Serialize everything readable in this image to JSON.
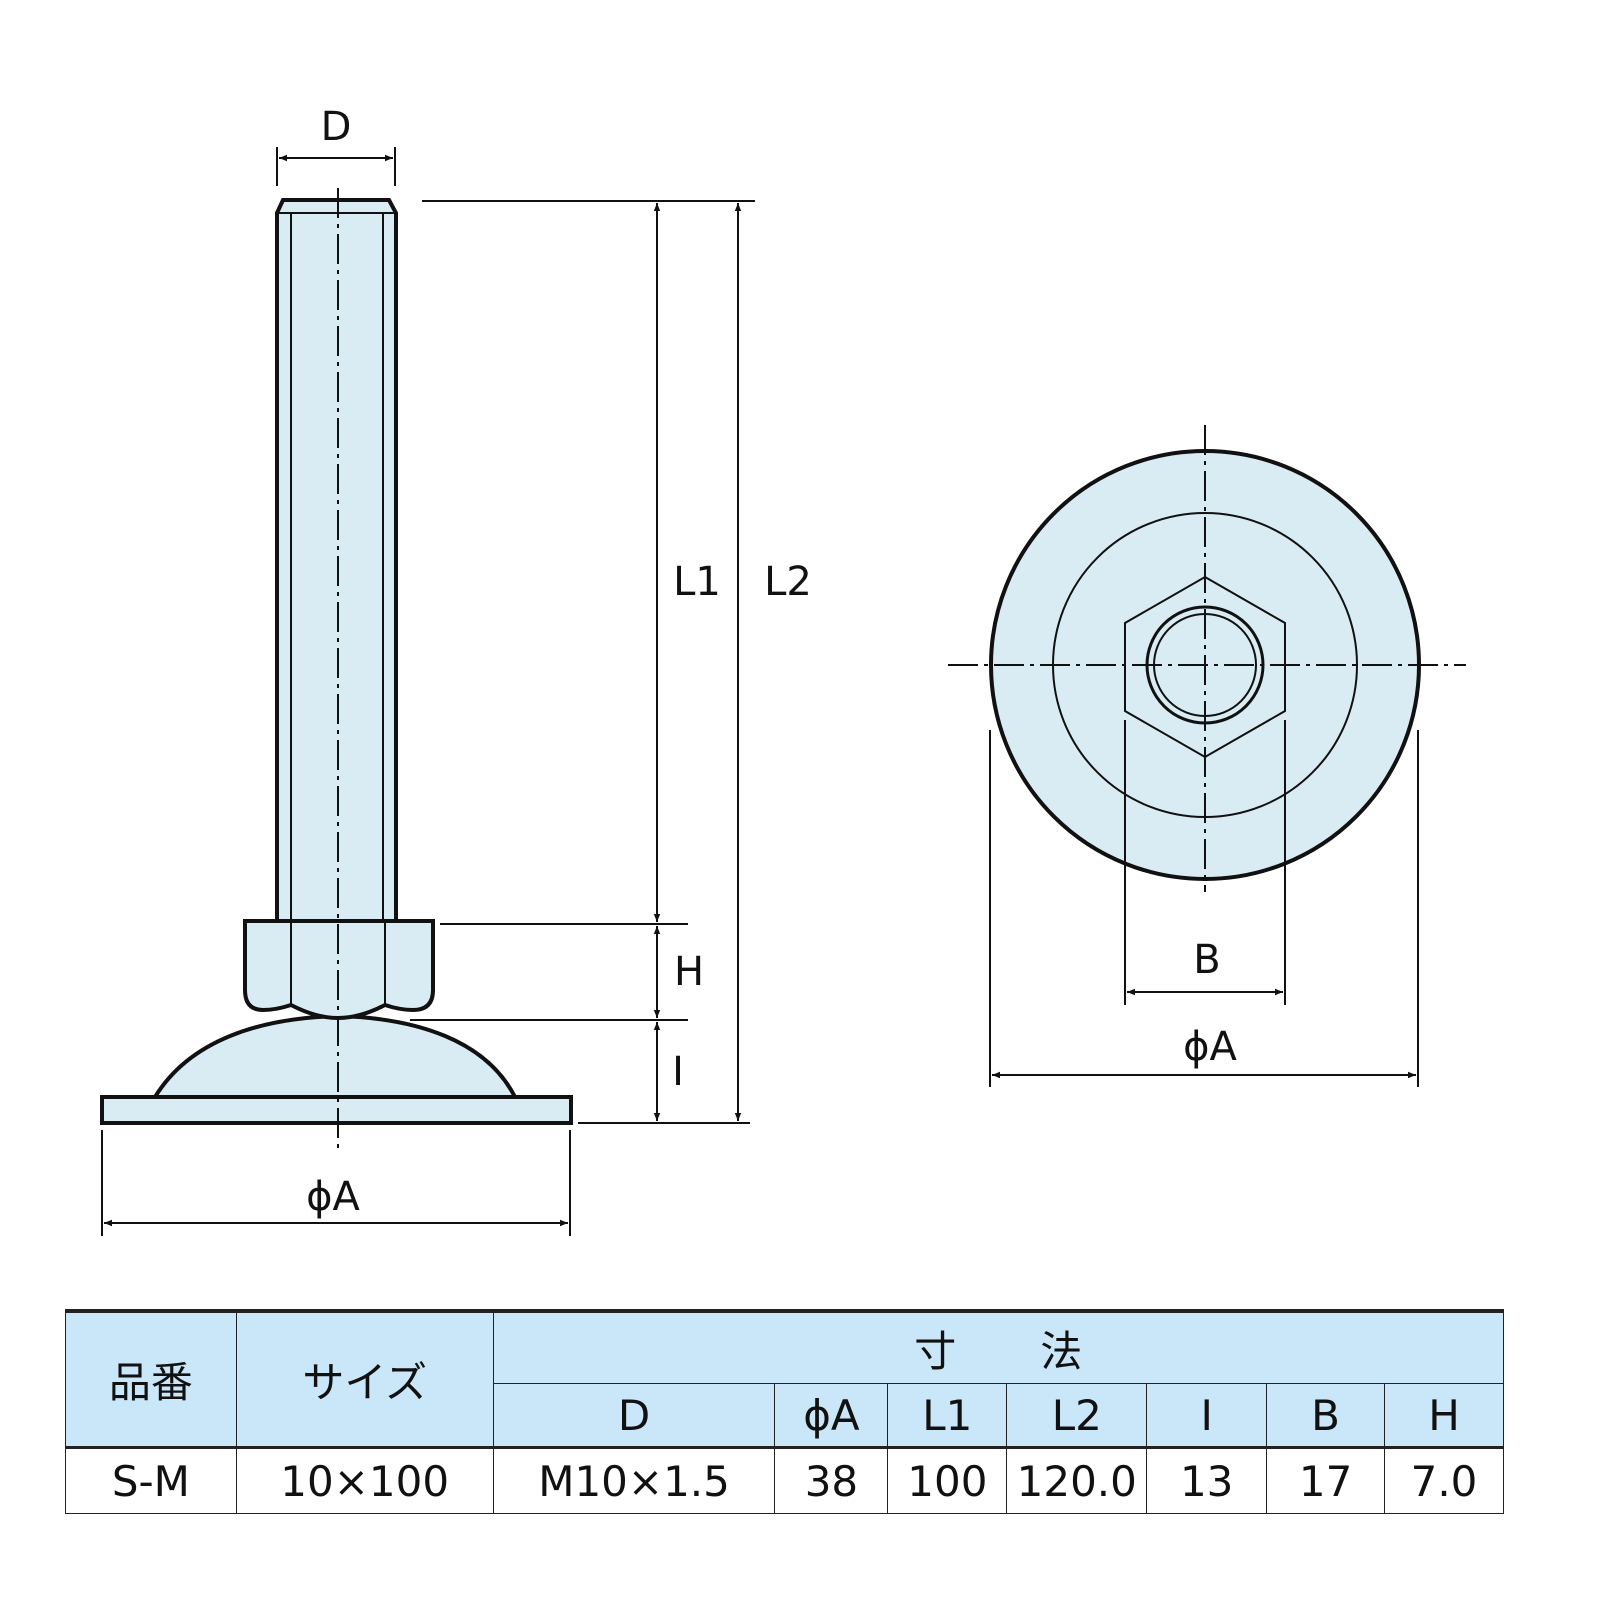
{
  "drawing": {
    "fill_color": "#d9ecf4",
    "side_view_labels": {
      "D": "D",
      "L1": "L1",
      "L2": "L2",
      "H": "H",
      "I": "I",
      "phiA": "ϕA"
    },
    "top_view_labels": {
      "B": "B",
      "phiA": "ϕA"
    }
  },
  "table": {
    "header_color": "#c9e7f8",
    "part_no": "品番",
    "size": "サイズ",
    "dimensions": "寸　　法",
    "dim_columns": [
      "D",
      "ϕA",
      "L1",
      "L2",
      "I",
      "B",
      "H"
    ],
    "rows": [
      {
        "part_no": "S-M",
        "size": "10×100",
        "values": [
          "M10×1.5",
          "38",
          "100",
          "120.0",
          "13",
          "17",
          "7.0"
        ]
      }
    ]
  }
}
